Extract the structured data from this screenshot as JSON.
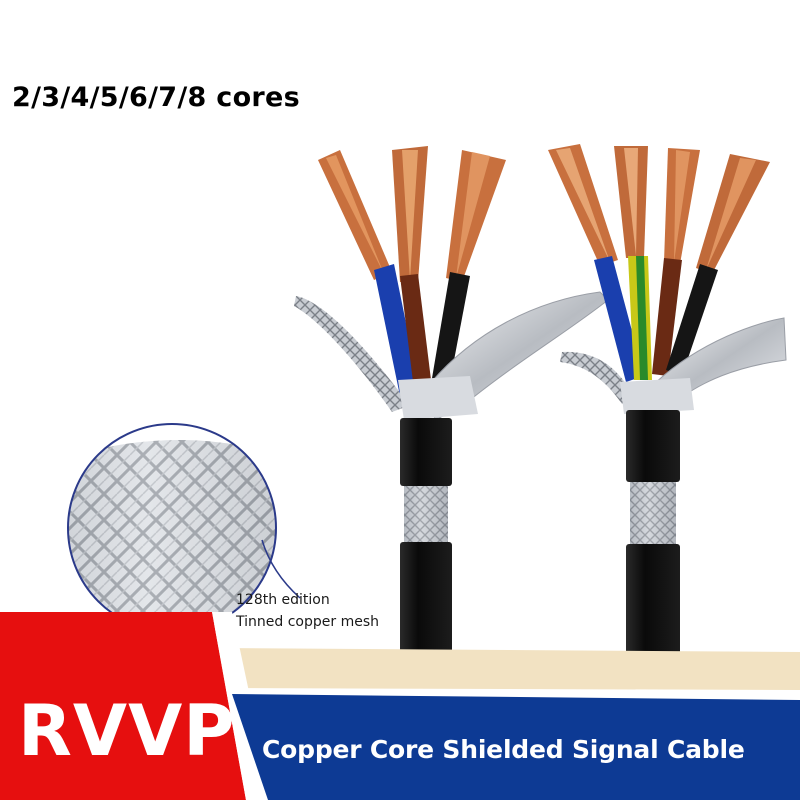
{
  "headline": "2/3/4/5/6/7/8 cores",
  "mesh_label": {
    "line1": "128th edition",
    "line2": "Tinned copper mesh"
  },
  "banner": {
    "model": "RVVP",
    "subtitle": "Copper Core Shielded Signal Cable"
  },
  "colors": {
    "banner_red": "#e60f0f",
    "banner_blue": "#0d3a94",
    "cream_stripe": "#f2e2c2",
    "jacket_black": "#0d0d0d",
    "copper": "#c8703e",
    "core_blue": "#1a3fae",
    "core_brown": "#6a2a14",
    "core_black": "#151515",
    "core_yellow_green": "#c8c818",
    "mesh_silver": "#c9ccd2"
  }
}
